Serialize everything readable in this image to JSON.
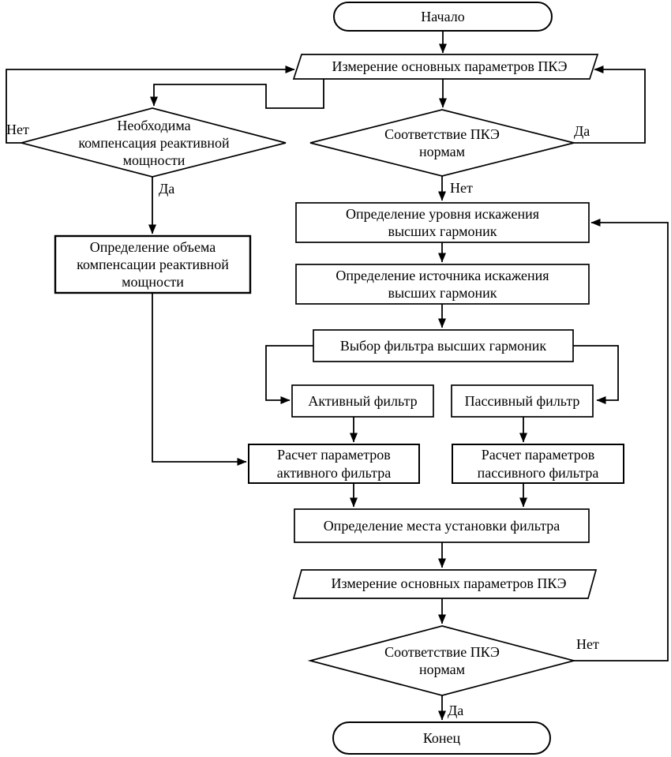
{
  "diagram": {
    "colors": {
      "line": "#000000",
      "background": "#ffffff"
    },
    "nodes": {
      "start": {
        "type": "terminator",
        "label": "Начало"
      },
      "measure1": {
        "type": "io",
        "label": "Измерение основных параметров ПКЭ"
      },
      "need_compensation": {
        "type": "decision",
        "label": "Необходима\nкомпенсация реактивной\nмощности"
      },
      "pke_norms_top": {
        "type": "decision",
        "label": "Соответствие ПКЭ\nнормам"
      },
      "compensation_volume": {
        "type": "process",
        "label": "Определение объема\nкомпенсации реактивной\nмощности"
      },
      "distortion_level": {
        "type": "process",
        "label": "Определение уровня искажения\nвысших гармоник"
      },
      "distortion_source": {
        "type": "process",
        "label": "Определение источника искажения\nвысших гармоник"
      },
      "filter_choice": {
        "type": "process",
        "label": "Выбор фильтра высших гармоник"
      },
      "active_filter": {
        "type": "process",
        "label": "Активный фильтр"
      },
      "passive_filter": {
        "type": "process",
        "label": "Пассивный фильтр"
      },
      "calc_active": {
        "type": "process",
        "label": "Расчет параметров\nактивного фильтра"
      },
      "calc_passive": {
        "type": "process",
        "label": "Расчет параметров\nпассивного фильтра"
      },
      "install_place": {
        "type": "process",
        "label": "Определение места установки фильтра"
      },
      "measure2": {
        "type": "io",
        "label": "Измерение основных параметров ПКЭ"
      },
      "pke_norms_bottom": {
        "type": "decision",
        "label": "Соответствие ПКЭ\nнормам"
      },
      "end": {
        "type": "terminator",
        "label": "Конец"
      }
    },
    "edge_labels": {
      "need_compensation_no": "Нет",
      "need_compensation_yes": "Да",
      "pke_top_yes": "Да",
      "pke_top_no": "Нет",
      "pke_bottom_no": "Нет",
      "pke_bottom_yes": "Да"
    }
  }
}
